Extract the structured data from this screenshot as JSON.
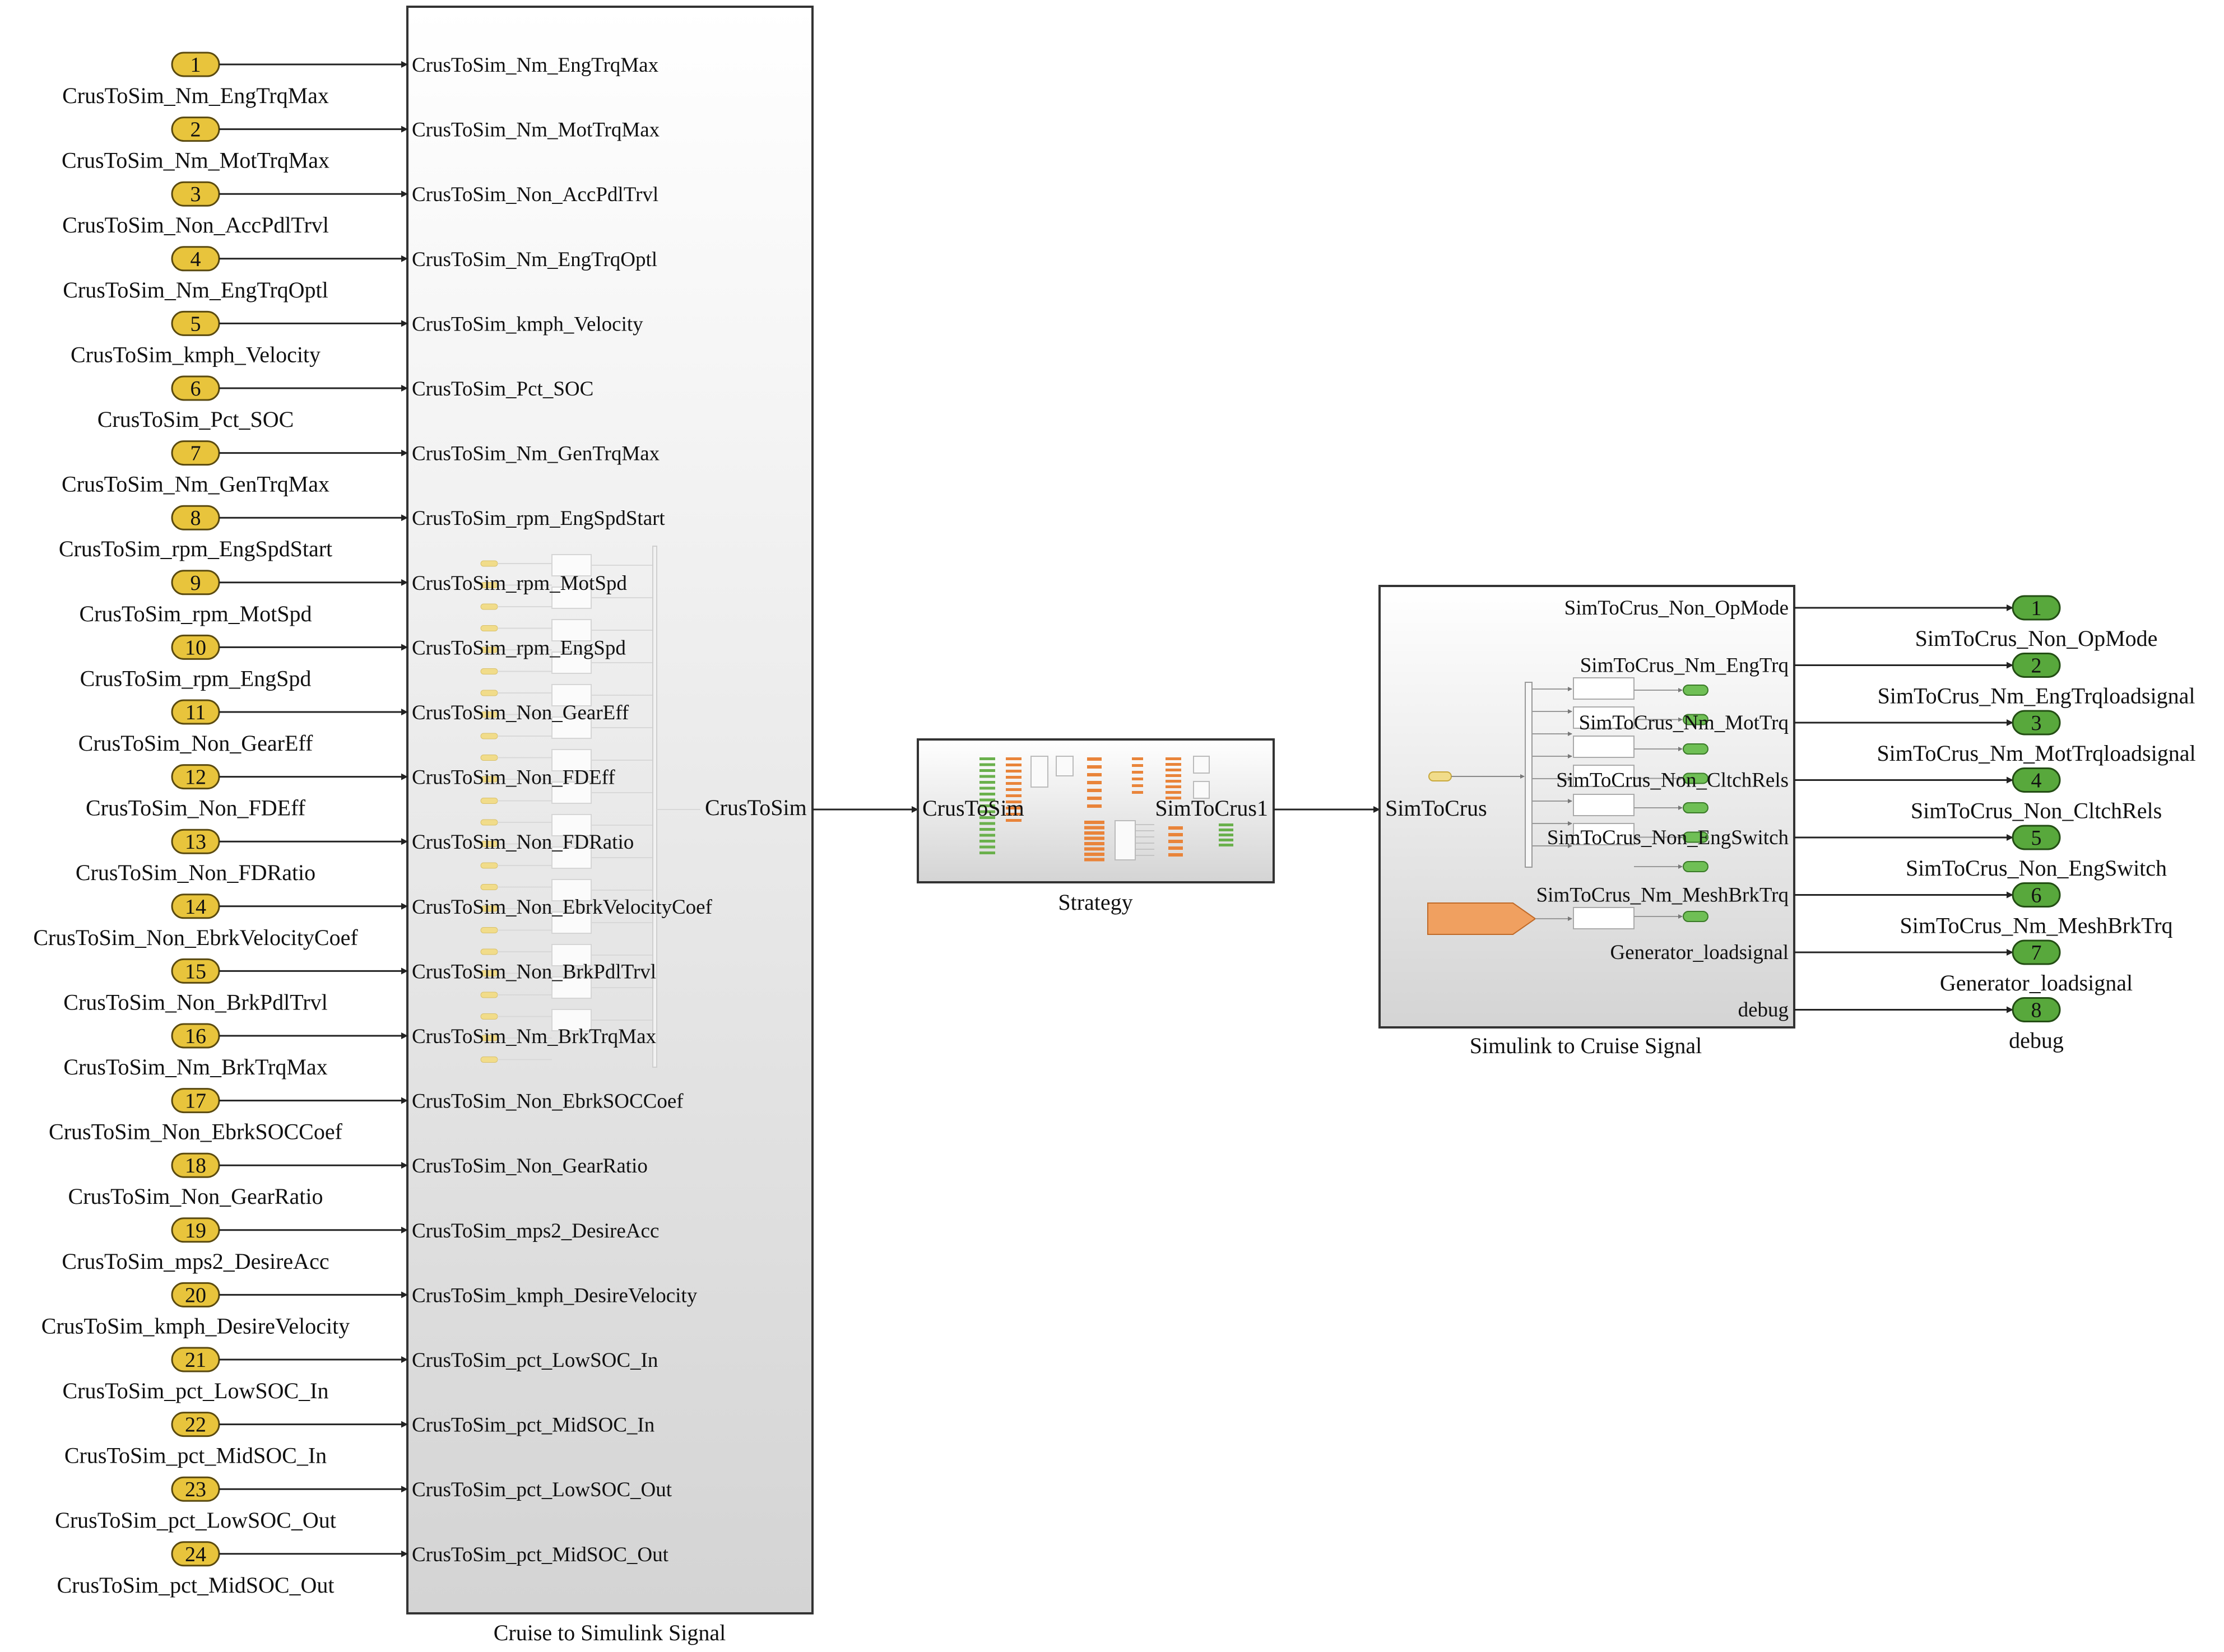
{
  "blocks": {
    "cruise_to_simulink": {
      "title": "Cruise to Simulink Signal",
      "output_label": "CrusToSim",
      "input_ports": [
        "CrusToSim_Nm_EngTrqMax",
        "CrusToSim_Nm_MotTrqMax",
        "CrusToSim_Non_AccPdlTrvl",
        "CrusToSim_Nm_EngTrqOptl",
        "CrusToSim_kmph_Velocity",
        "CrusToSim_Pct_SOC",
        "CrusToSim_Nm_GenTrqMax",
        "CrusToSim_rpm_EngSpdStart",
        "CrusToSim_rpm_MotSpd",
        "CrusToSim_rpm_EngSpd",
        "CrusToSim_Non_GearEff",
        "CrusToSim_Non_FDEff",
        "CrusToSim_Non_FDRatio",
        "CrusToSim_Non_EbrkVelocityCoef",
        "CrusToSim_Non_BrkPdlTrvl",
        "CrusToSim_Nm_BrkTrqMax",
        "CrusToSim_Non_EbrkSOCCoef",
        "CrusToSim_Non_GearRatio",
        "CrusToSim_mps2_DesireAcc",
        "CrusToSim_kmph_DesireVelocity",
        "CrusToSim_pct_LowSOC_In",
        "CrusToSim_pct_MidSOC_In",
        "CrusToSim_pct_LowSOC_Out",
        "CrusToSim_pct_MidSOC_Out"
      ]
    },
    "strategy": {
      "title": "Strategy",
      "input_label": "CrusToSim",
      "output_label": "SimToCrus1"
    },
    "simulink_to_cruise": {
      "title": "Simulink to Cruise Signal",
      "input_label": "SimToCrus",
      "output_ports": [
        "SimToCrus_Non_OpMode",
        "SimToCrus_Nm_EngTrq",
        "SimToCrus_Nm_MotTrq",
        "SimToCrus_Non_CltchRels",
        "SimToCrus_Non_EngSwitch",
        "SimToCrus_Nm_MeshBrkTrq",
        "Generator_loadsignal",
        "debug"
      ]
    }
  },
  "inports": [
    {
      "num": "1",
      "name": "CrusToSim_Nm_EngTrqMax"
    },
    {
      "num": "2",
      "name": "CrusToSim_Nm_MotTrqMax"
    },
    {
      "num": "3",
      "name": "CrusToSim_Non_AccPdlTrvl"
    },
    {
      "num": "4",
      "name": "CrusToSim_Nm_EngTrqOptl"
    },
    {
      "num": "5",
      "name": "CrusToSim_kmph_Velocity"
    },
    {
      "num": "6",
      "name": "CrusToSim_Pct_SOC"
    },
    {
      "num": "7",
      "name": "CrusToSim_Nm_GenTrqMax"
    },
    {
      "num": "8",
      "name": "CrusToSim_rpm_EngSpdStart"
    },
    {
      "num": "9",
      "name": "CrusToSim_rpm_MotSpd"
    },
    {
      "num": "10",
      "name": "CrusToSim_rpm_EngSpd"
    },
    {
      "num": "11",
      "name": "CrusToSim_Non_GearEff"
    },
    {
      "num": "12",
      "name": "CrusToSim_Non_FDEff"
    },
    {
      "num": "13",
      "name": "CrusToSim_Non_FDRatio"
    },
    {
      "num": "14",
      "name": "CrusToSim_Non_EbrkVelocityCoef"
    },
    {
      "num": "15",
      "name": "CrusToSim_Non_BrkPdlTrvl"
    },
    {
      "num": "16",
      "name": "CrusToSim_Nm_BrkTrqMax"
    },
    {
      "num": "17",
      "name": "CrusToSim_Non_EbrkSOCCoef"
    },
    {
      "num": "18",
      "name": "CrusToSim_Non_GearRatio"
    },
    {
      "num": "19",
      "name": "CrusToSim_mps2_DesireAcc"
    },
    {
      "num": "20",
      "name": "CrusToSim_kmph_DesireVelocity"
    },
    {
      "num": "21",
      "name": "CrusToSim_pct_LowSOC_In"
    },
    {
      "num": "22",
      "name": "CrusToSim_pct_MidSOC_In"
    },
    {
      "num": "23",
      "name": "CrusToSim_pct_LowSOC_Out"
    },
    {
      "num": "24",
      "name": "CrusToSim_pct_MidSOC_Out"
    }
  ],
  "outports": [
    {
      "num": "1",
      "name": "SimToCrus_Non_OpMode"
    },
    {
      "num": "2",
      "name": "SimToCrus_Nm_EngTrqloadsignal"
    },
    {
      "num": "3",
      "name": "SimToCrus_Nm_MotTrqloadsignal"
    },
    {
      "num": "4",
      "name": "SimToCrus_Non_CltchRels"
    },
    {
      "num": "5",
      "name": "SimToCrus_Non_EngSwitch"
    },
    {
      "num": "6",
      "name": "SimToCrus_Nm_MeshBrkTrq"
    },
    {
      "num": "7",
      "name": "Generator_loadsignal"
    },
    {
      "num": "8",
      "name": "debug"
    }
  ],
  "colors": {
    "inport_fill": "#e8c43c",
    "outport_fill": "#58a83c",
    "block_gradient_top": "#ffffff",
    "block_gradient_bottom": "#d4d4d4",
    "thumbnail_orange": "#e9843a",
    "thumbnail_green": "#6ab04c"
  }
}
